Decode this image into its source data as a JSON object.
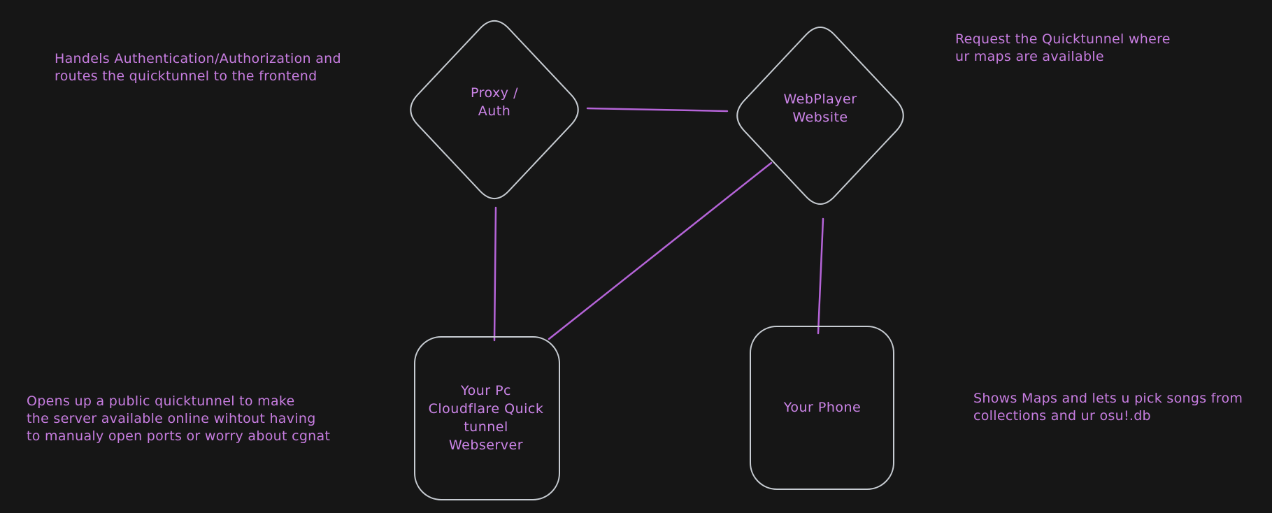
{
  "canvas": {
    "background": "#161616"
  },
  "colors": {
    "node_stroke": "#c7ccd2",
    "connector": "#b564d8",
    "node_label_text": "#cc85e8",
    "annotation_text": "#c77de0"
  },
  "nodes": {
    "proxy_auth": {
      "shape": "diamond",
      "lines": [
        "Proxy /",
        "Auth"
      ]
    },
    "webplayer": {
      "shape": "diamond",
      "lines": [
        "WebPlayer",
        "Website"
      ]
    },
    "your_pc": {
      "shape": "rounded-rect",
      "lines": [
        "Your Pc",
        "Cloudflare Quick",
        "tunnel",
        "Webserver"
      ]
    },
    "your_phone": {
      "shape": "rounded-rect",
      "lines": [
        "Your Phone"
      ]
    }
  },
  "edges": [
    {
      "from": "proxy_auth",
      "to": "webplayer"
    },
    {
      "from": "proxy_auth",
      "to": "your_pc"
    },
    {
      "from": "webplayer",
      "to": "your_pc"
    },
    {
      "from": "webplayer",
      "to": "your_phone"
    }
  ],
  "annotations": {
    "top_left": {
      "lines": [
        "Handels Authentication/Authorization and",
        "routes the quicktunnel to the frontend"
      ]
    },
    "top_right": {
      "lines": [
        "Request the Quicktunnel where",
        "ur maps are available"
      ]
    },
    "bottom_left": {
      "lines": [
        "Opens up a public quicktunnel to make",
        "the server available online wihtout having",
        "to manualy open ports or worry about cgnat"
      ]
    },
    "bottom_right": {
      "lines": [
        "Shows Maps and lets u pick songs from",
        "collections and ur osu!.db"
      ]
    }
  }
}
